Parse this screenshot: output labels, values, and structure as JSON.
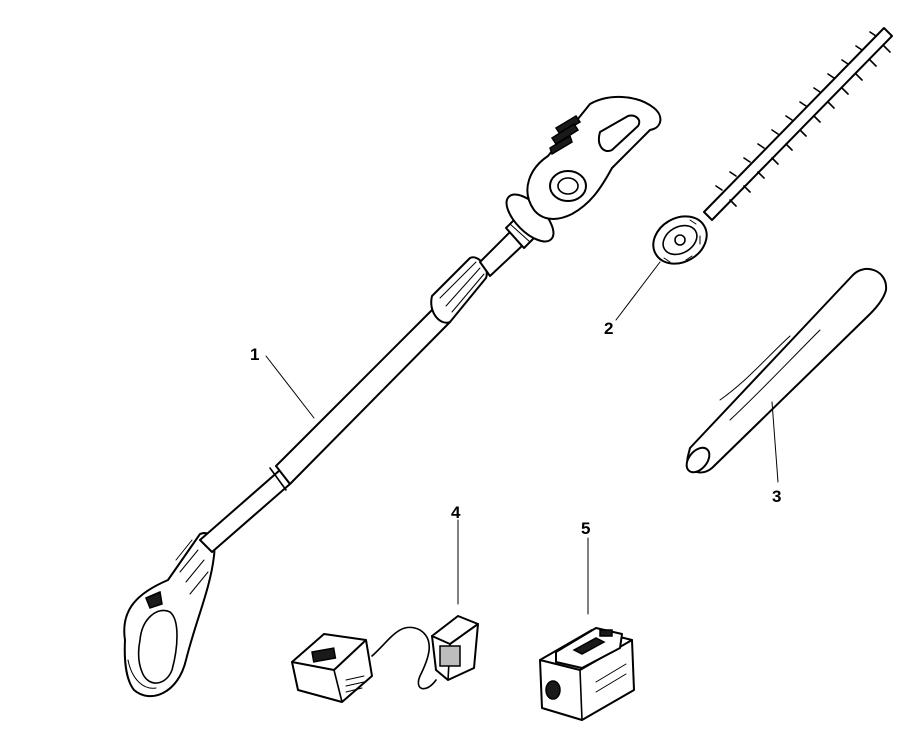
{
  "callouts": [
    {
      "id": "1",
      "label": "1"
    },
    {
      "id": "2",
      "label": "2"
    },
    {
      "id": "3",
      "label": "3"
    },
    {
      "id": "4",
      "label": "4"
    },
    {
      "id": "5",
      "label": "5"
    }
  ],
  "colors": {
    "ink": "#000000",
    "background": "#ffffff",
    "shade": "#1a1a1a"
  }
}
